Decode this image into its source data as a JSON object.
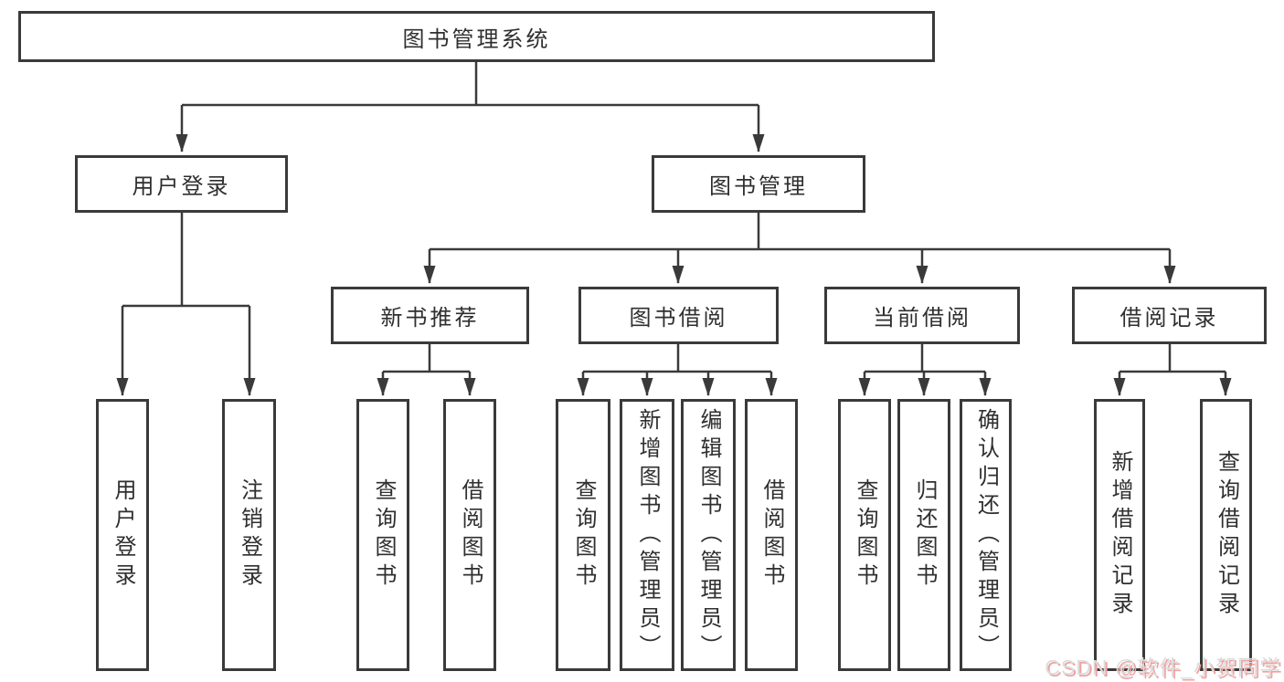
{
  "diagram": {
    "nodes": {
      "root": "图书管理系统",
      "user_login": "用户登录",
      "book_management": "图书管理",
      "new_book_recommend": "新书推荐",
      "book_borrow": "图书借阅",
      "current_borrow": "当前借阅",
      "borrow_records": "借阅记录",
      "leaf_user_login": "用户登录",
      "leaf_logout": "注销登录",
      "leaf_query_books_recommend": "查询图书",
      "leaf_borrow_books_recommend": "借阅图书",
      "leaf_query_books_borrow": "查询图书",
      "leaf_add_book_admin": "新增图书（管理员）",
      "leaf_edit_book_admin": "编辑图书（管理员）",
      "leaf_borrow_books_borrow": "借阅图书",
      "leaf_query_books_current": "查询图书",
      "leaf_return_books": "归还图书",
      "leaf_confirm_return_admin": "确认归还（管理员）",
      "leaf_add_borrow_record": "新增借阅记录",
      "leaf_query_borrow_record": "查询借阅记录"
    }
  },
  "watermark": {
    "text": "CSDN @软件_小贺同学"
  },
  "colors": {
    "line": "#3a3a3a",
    "box_border": "#3a3a3a",
    "text": "#2f2f2f",
    "background": "#ffffff",
    "watermark_text": "#dcdcdc",
    "watermark_shadow": "#f2a0a0"
  }
}
